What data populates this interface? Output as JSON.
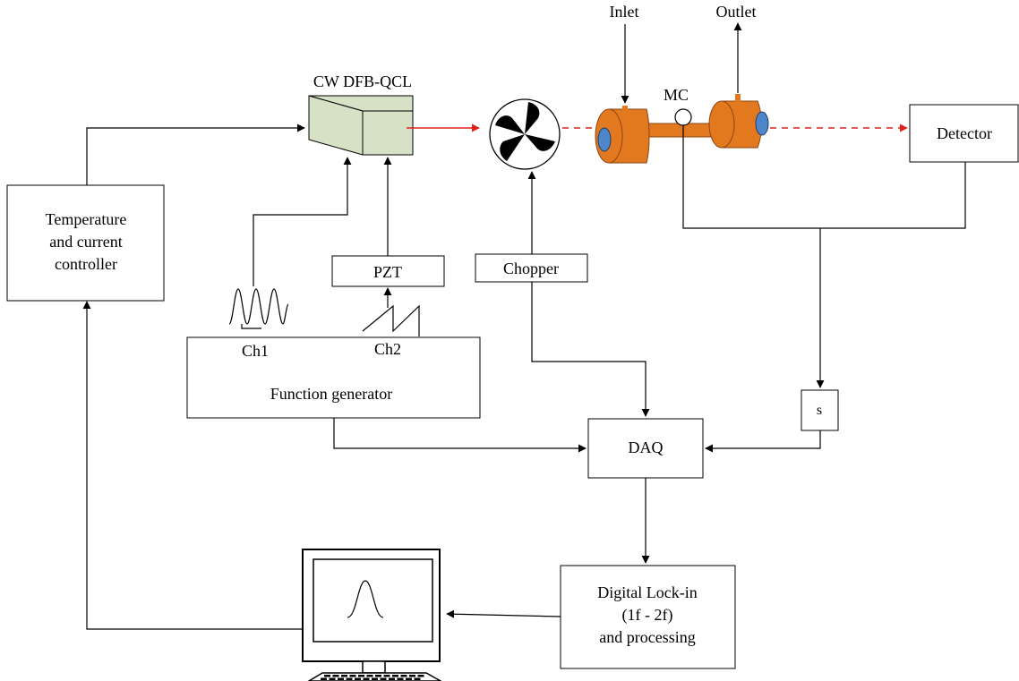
{
  "laser": {
    "label": "CW DFB-QCL",
    "body_color": "#d7e1c6",
    "beam_color": "#e0201a"
  },
  "temp_controller": {
    "line1": "Temperature",
    "line2": "and current",
    "line3": "controller"
  },
  "pzt": {
    "label": "PZT"
  },
  "chopper": {
    "label": "Chopper"
  },
  "function_generator": {
    "label": "Function generator",
    "ch1": "Ch1",
    "ch2": "Ch2"
  },
  "cell": {
    "inlet": "Inlet",
    "outlet": "Outlet",
    "mc": "MC",
    "body_color": "#e3791f",
    "window_color": "#4f86c9"
  },
  "detector": {
    "label": "Detector"
  },
  "s_box": {
    "label": "s"
  },
  "daq": {
    "label": "DAQ"
  },
  "lockin": {
    "line1": "Digital Lock-in",
    "line2": "(1f - 2f)",
    "line3": "and processing"
  }
}
